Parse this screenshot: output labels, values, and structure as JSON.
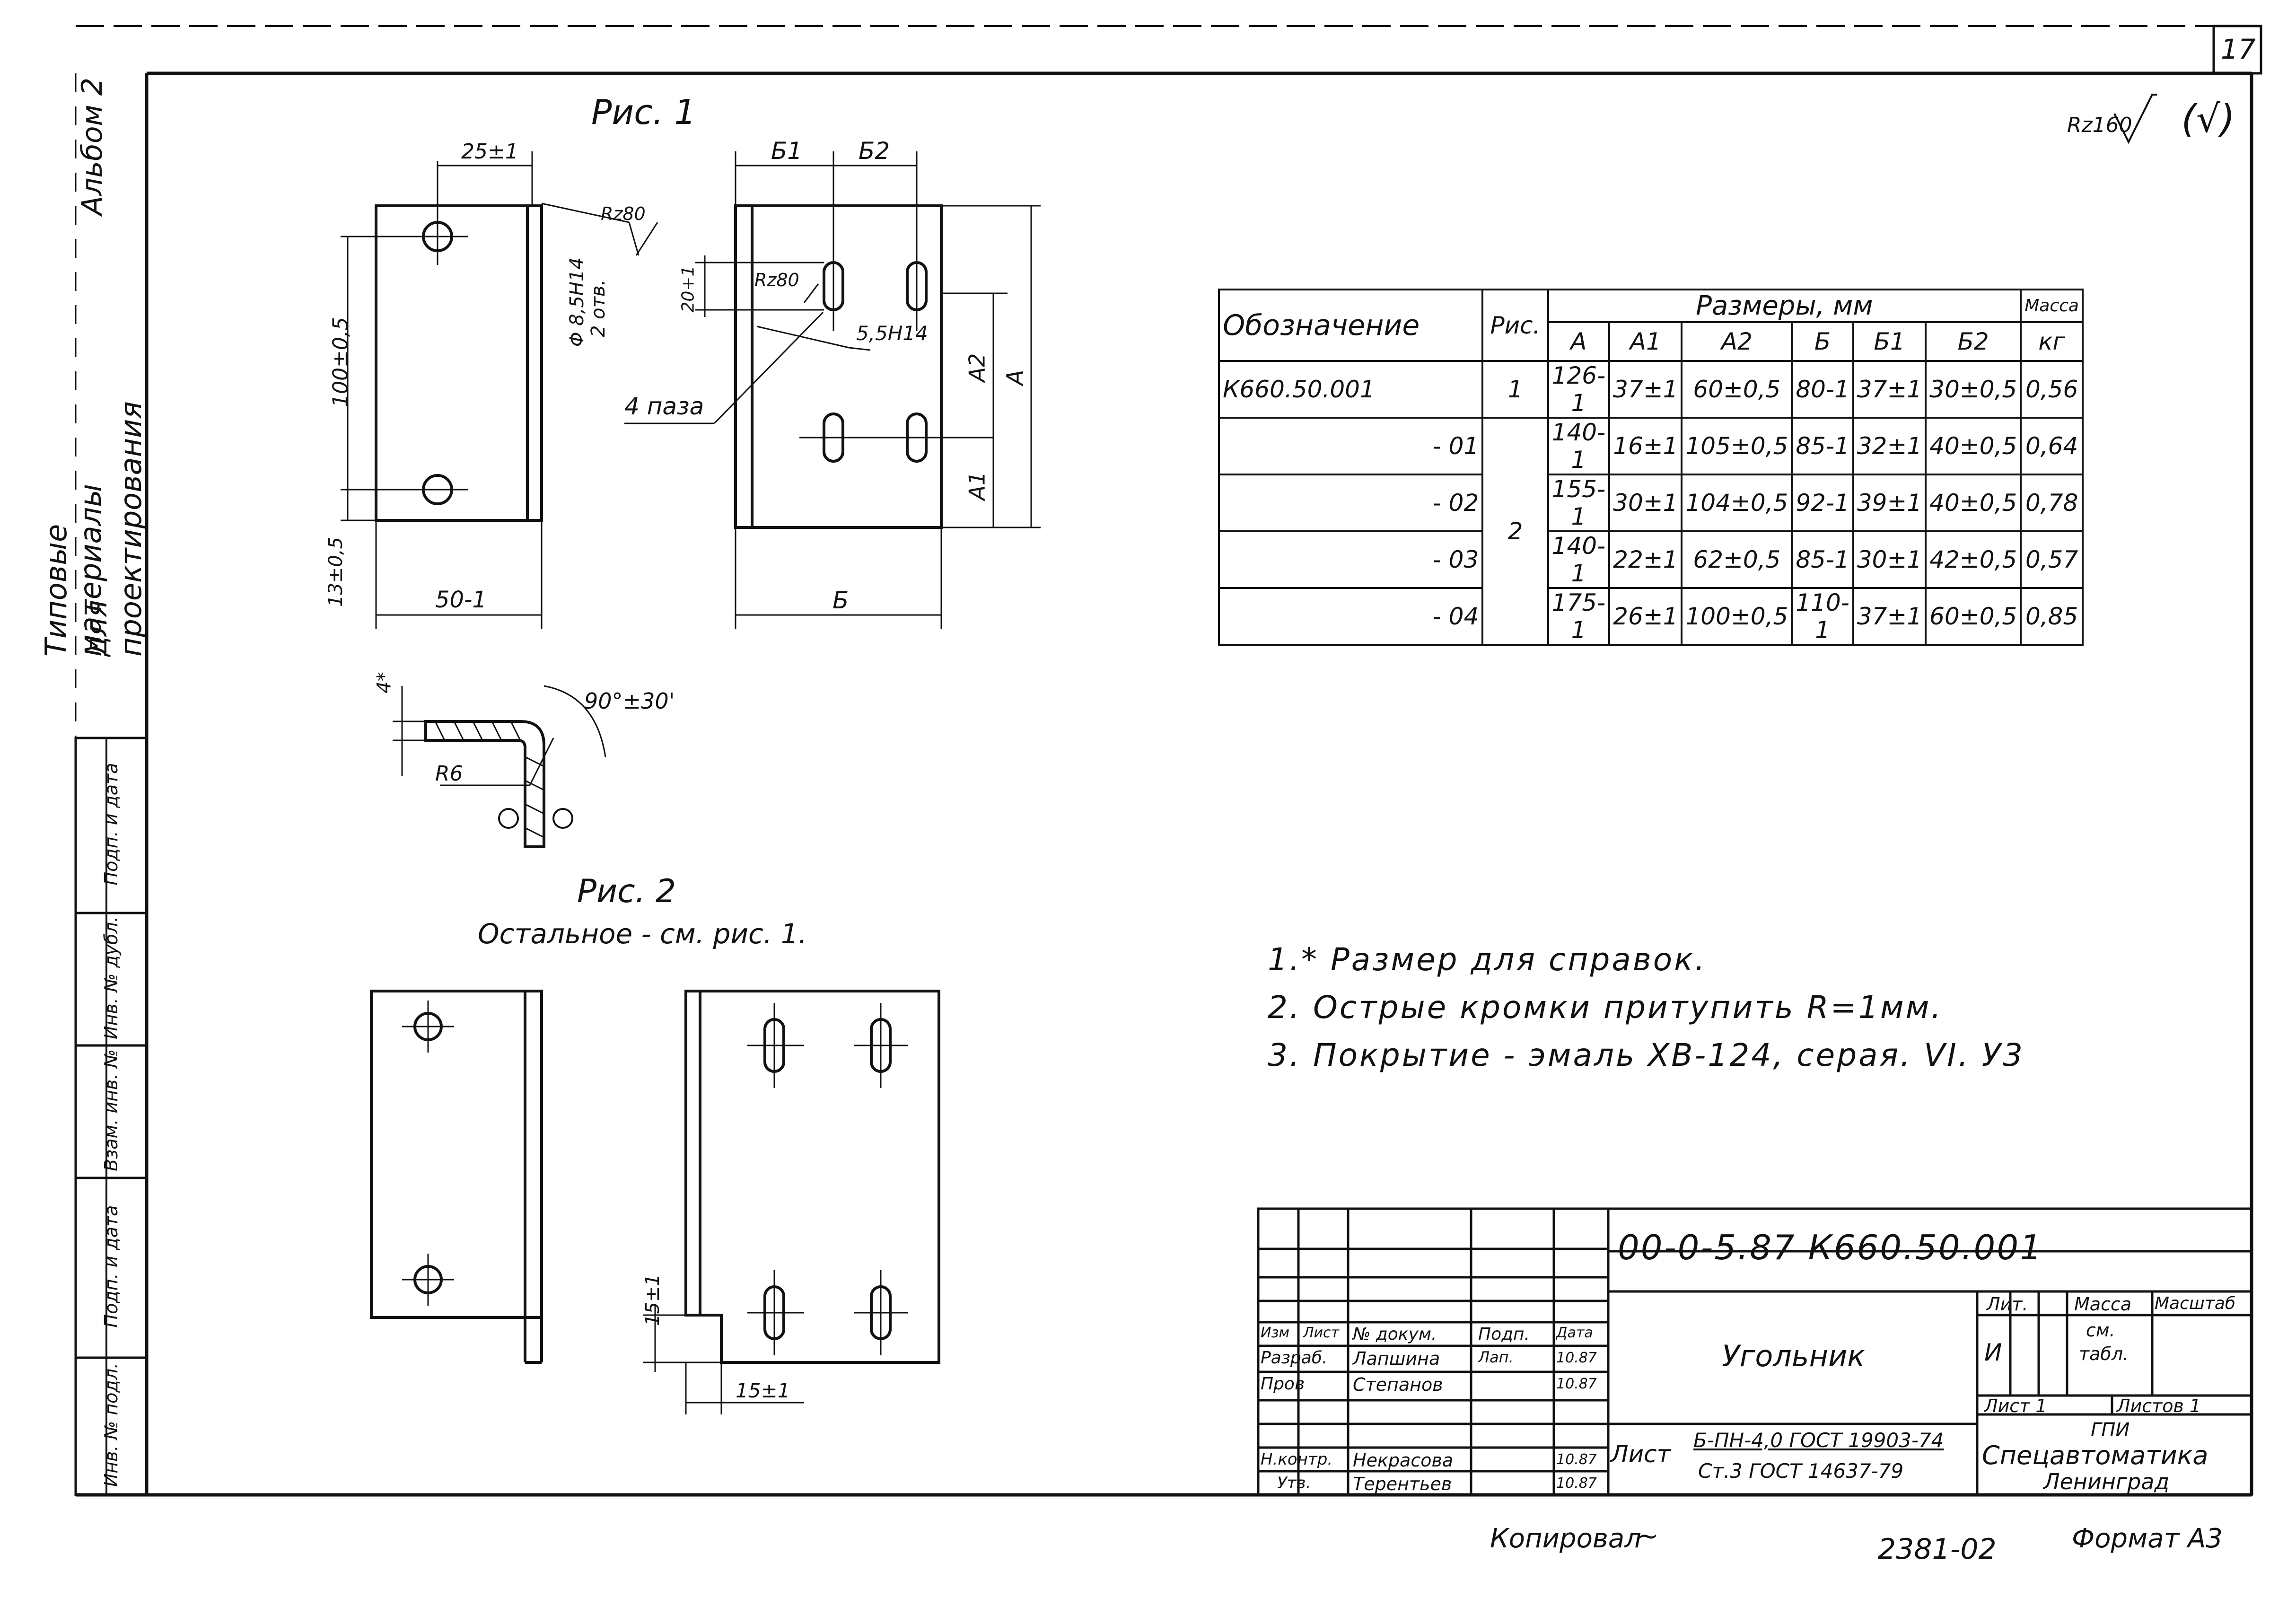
{
  "sheet_number": "17",
  "album_text": "Альбом 2",
  "series_text_1": "Типовые материалы",
  "series_text_2": "для проектирования",
  "left_stamp_cells": [
    "Подп. и дата",
    "Инв. № дубл.",
    "Взам. инв. №",
    "Подп. и дата",
    "Инв. № подл."
  ],
  "roughness_general": "Rz160",
  "roughness_general_suffix": "(√)",
  "fig1": {
    "title": "Рис. 1",
    "dims": {
      "top_width": "25±1",
      "height": "100±0,5",
      "bottom_offset": "13±0,5",
      "bottom_width": "50-1",
      "hole": "Φ 8,5H14",
      "hole_count": "2 отв.",
      "roughness_1": "Rz80",
      "roughness_2": "Rz80",
      "b1": "Б1",
      "b2": "Б2",
      "slot_len": "20+1",
      "slot_width": "5,5H14",
      "slots": "4 паза",
      "a2": "А2",
      "a": "А",
      "a1": "А1",
      "b": "Б",
      "thickness": "4*",
      "angle": "90°±30'",
      "radius": "R6"
    }
  },
  "fig2": {
    "title": "Рис. 2",
    "subtitle": "Остальное - см. рис. 1.",
    "dim_v": "15±1",
    "dim_h": "15±1"
  },
  "spec_table": {
    "header_main": "Обозначение",
    "header_fig": "Рис.",
    "header_sizes": "Размеры, мм",
    "header_mass": "Масса",
    "header_mass_unit": "кг",
    "columns": [
      "А",
      "А1",
      "А2",
      "Б",
      "Б1",
      "Б2"
    ],
    "rows": [
      {
        "designation": "К660.50.001",
        "fig": "1",
        "values": [
          "126-1",
          "37±1",
          "60±0,5",
          "80-1",
          "37±1",
          "30±0,5"
        ],
        "mass": "0,56"
      },
      {
        "designation": "- 01",
        "fig": "2",
        "values": [
          "140-1",
          "16±1",
          "105±0,5",
          "85-1",
          "32±1",
          "40±0,5"
        ],
        "mass": "0,64"
      },
      {
        "designation": "- 02",
        "fig": "",
        "values": [
          "155-1",
          "30±1",
          "104±0,5",
          "92-1",
          "39±1",
          "40±0,5"
        ],
        "mass": "0,78"
      },
      {
        "designation": "- 03",
        "fig": "",
        "values": [
          "140-1",
          "22±1",
          "62±0,5",
          "85-1",
          "30±1",
          "42±0,5"
        ],
        "mass": "0,57"
      },
      {
        "designation": "- 04",
        "fig": "",
        "values": [
          "175-1",
          "26±1",
          "100±0,5",
          "110-1",
          "37±1",
          "60±0,5"
        ],
        "mass": "0,85"
      }
    ]
  },
  "notes": [
    "1.* Размер для справок.",
    "2. Острые кромки притупить R=1мм.",
    "3. Покрытие - эмаль ХВ-124, серая. VI. У3"
  ],
  "title_block": {
    "code": "00-0-5.87 К660.50.001",
    "name": "Угольник",
    "col_headers": [
      "Изм",
      "Лист",
      "№ докум.",
      "Подп.",
      "Дата"
    ],
    "people": [
      {
        "role": "Разраб.",
        "name": "Лапшина",
        "sign": "Лап.",
        "date": "10.87"
      },
      {
        "role": "Пров",
        "name": "Степанов",
        "sign": "",
        "date": "10.87"
      },
      {
        "role": "Н.контр.",
        "name": "Некрасова",
        "sign": "",
        "date": "10.87"
      },
      {
        "role": "Утв.",
        "name": "Терентьев",
        "sign": "",
        "date": "10.87"
      }
    ],
    "lit_header": "Лит.",
    "lit_value": "И",
    "mass_header": "Масса",
    "mass_value_1": "см.",
    "mass_value_2": "табл.",
    "scale_header": "Масштаб",
    "sheet_label": "Лист 1",
    "sheets_label": "Листов 1",
    "material_prefix": "Лист",
    "material_1": "Б-ПН-4,0 ГОСТ 19903-74",
    "material_2": "Ст.3 ГОСТ 14637-79",
    "org_1": "ГПИ",
    "org_2": "Спецавтоматика",
    "org_3": "Ленинград"
  },
  "footer": {
    "copied_label": "Копировал",
    "doc_number": "2381-02",
    "format": "Формат А3"
  }
}
